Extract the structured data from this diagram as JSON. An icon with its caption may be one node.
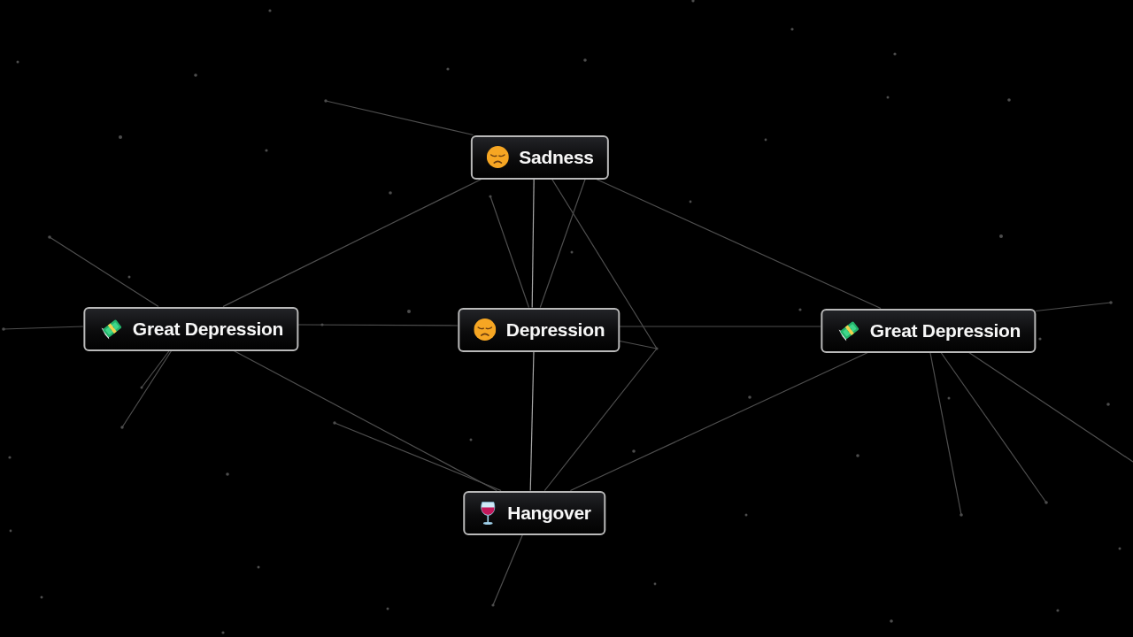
{
  "diagram": {
    "nodes": [
      {
        "text": [
          "Sadness"
        ]
      },
      {
        "text": [
          "Great Depression"
        ]
      },
      {
        "text": [
          "Depression"
        ]
      },
      {
        "text": [
          "Great Depression"
        ]
      },
      {
        "text": [
          "Hangover"
        ]
      }
    ],
    "edges": [
      {
        "from": 0,
        "to": 2,
        "arrow": "none",
        "color": "#a8a8a8"
      },
      {
        "from": 0,
        "to": 2,
        "arrow": "none"
      },
      {
        "from": 0,
        "to": 1,
        "arrow": "none"
      },
      {
        "from": 0,
        "to": 3,
        "arrow": "none"
      },
      {
        "from": 1,
        "to": 2,
        "arrow": "none"
      },
      {
        "from": 2,
        "to": 3,
        "arrow": "none"
      },
      {
        "from": 2,
        "to": 4,
        "arrow": "none",
        "color": "#a8a8a8"
      },
      {
        "from": 1,
        "to": 4,
        "arrow": "none"
      },
      {
        "from": 3,
        "to": 4,
        "arrow": "none"
      },
      {
        "from": 0,
        "to": null,
        "arrow": "none"
      },
      {
        "from": 0,
        "to": null,
        "arrow": "none"
      },
      {
        "from": 2,
        "to": null,
        "arrow": "none"
      },
      {
        "from": 4,
        "to": null,
        "arrow": "none"
      },
      {
        "from": 2,
        "to": null,
        "arrow": "none"
      },
      {
        "from": 4,
        "to": null,
        "arrow": "none"
      },
      {
        "from": 4,
        "to": null,
        "arrow": "none"
      },
      {
        "from": 1,
        "to": null,
        "arrow": "none"
      },
      {
        "from": 1,
        "to": null,
        "arrow": "none"
      },
      {
        "from": 1,
        "to": null,
        "arrow": "none"
      },
      {
        "from": 1,
        "to": null,
        "arrow": "none"
      },
      {
        "from": 3,
        "to": null,
        "arrow": "none"
      },
      {
        "from": 3,
        "to": null,
        "arrow": "none"
      },
      {
        "from": 3,
        "to": null,
        "arrow": "none"
      },
      {
        "from": 3,
        "to": null,
        "arrow": "none"
      }
    ]
  }
}
